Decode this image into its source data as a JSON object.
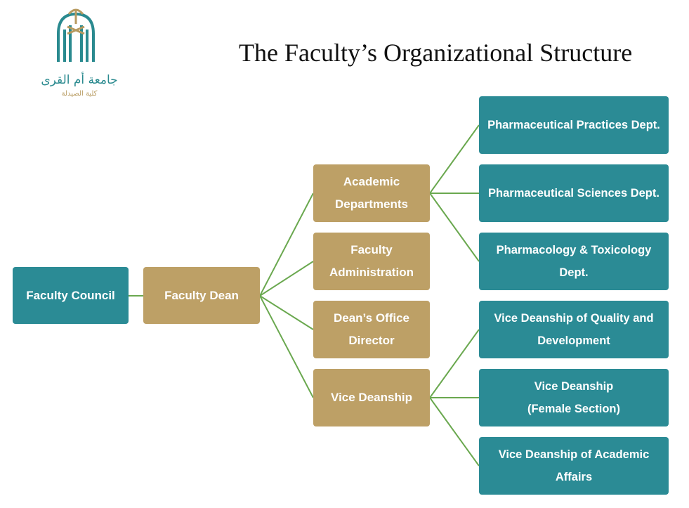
{
  "title": "The Faculty’s Organizational Structure",
  "logo": {
    "arabic_name": "جامعة أم القرى",
    "arabic_sub": "كلية الصيدلة"
  },
  "colors": {
    "teal": "#2b8b95",
    "gold": "#bda066",
    "line": "#6aa84f"
  },
  "nodes": {
    "faculty_council": "Faculty Council",
    "faculty_dean": "Faculty Dean",
    "academic_departments": "Academic\nDepartments",
    "faculty_administration": "Faculty\nAdministration",
    "deans_office_director": "Dean’s Office\nDirector",
    "vice_deanship": "Vice Deanship",
    "pharm_practices": "Pharmaceutical Practices Dept.",
    "pharm_sciences": "Pharmaceutical Sciences Dept.",
    "pharmacology": "Pharmacology & Toxicology\nDept.",
    "vd_quality": "Vice Deanship of Quality and\nDevelopment",
    "vd_female": "Vice Deanship\n(Female Section)",
    "vd_academic": "Vice Deanship of Academic Affairs"
  }
}
